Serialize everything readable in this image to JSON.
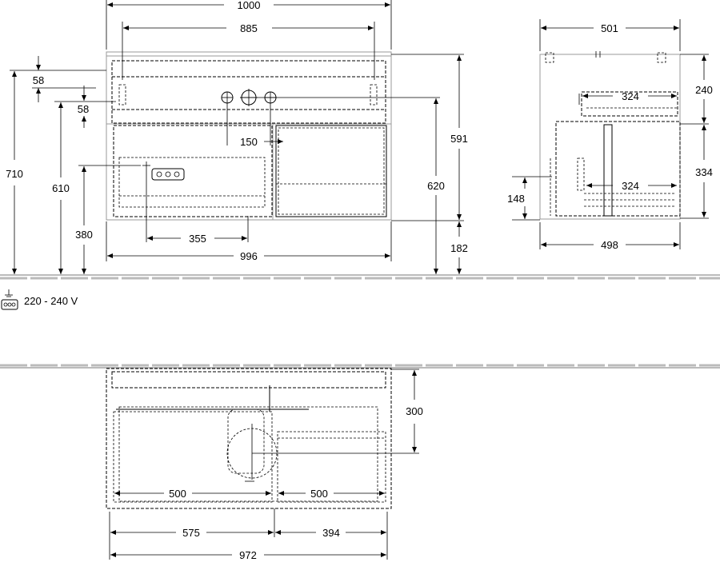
{
  "front_view": {
    "width_total": "1000",
    "width_inner": "885",
    "top_offset": "58",
    "second_offset": "58",
    "height_total": "710",
    "height_610": "610",
    "height_380": "380",
    "offset_150": "150",
    "offset_355": "355",
    "width_996": "996",
    "height_591": "591",
    "height_620": "620",
    "height_182": "182"
  },
  "side_view": {
    "depth_top": "501",
    "height_240": "240",
    "drawer_upper": "324",
    "drawer_lower": "324",
    "height_334": "334",
    "height_148": "148",
    "depth_bottom": "498"
  },
  "power": {
    "icon": "socket-icon",
    "label": "220 - 240 V"
  },
  "plan_view": {
    "depth_300": "300",
    "drawer_left": "500",
    "drawer_right": "500",
    "width_575": "575",
    "width_394": "394",
    "width_972": "972"
  }
}
